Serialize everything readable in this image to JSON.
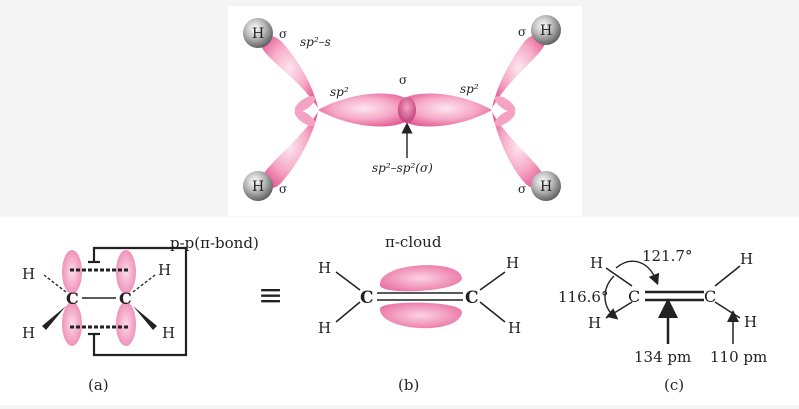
{
  "top": {
    "sigma": "σ",
    "sp2": "sp²",
    "sp2s": "sp²–s",
    "sp2sp2": "sp²–sp²(σ)",
    "H": "H"
  },
  "panel_a": {
    "bond_label": "p-p(π-bond)",
    "C": "C",
    "H": "H",
    "caption": "(a)"
  },
  "equiv": "≡",
  "panel_b": {
    "title": "π-cloud",
    "C": "C",
    "H": "H",
    "caption": "(b)"
  },
  "panel_c": {
    "angle_hch": "116.6°",
    "angle_hcc": "121.7°",
    "bond_cc": "134 pm",
    "bond_ch": "110 pm",
    "C": "C",
    "H": "H",
    "caption": "(c)"
  },
  "colors": {
    "lobe": "#e8609a",
    "lobe_light": "#f7c3d9",
    "h_sphere": "#8c8c8c"
  }
}
